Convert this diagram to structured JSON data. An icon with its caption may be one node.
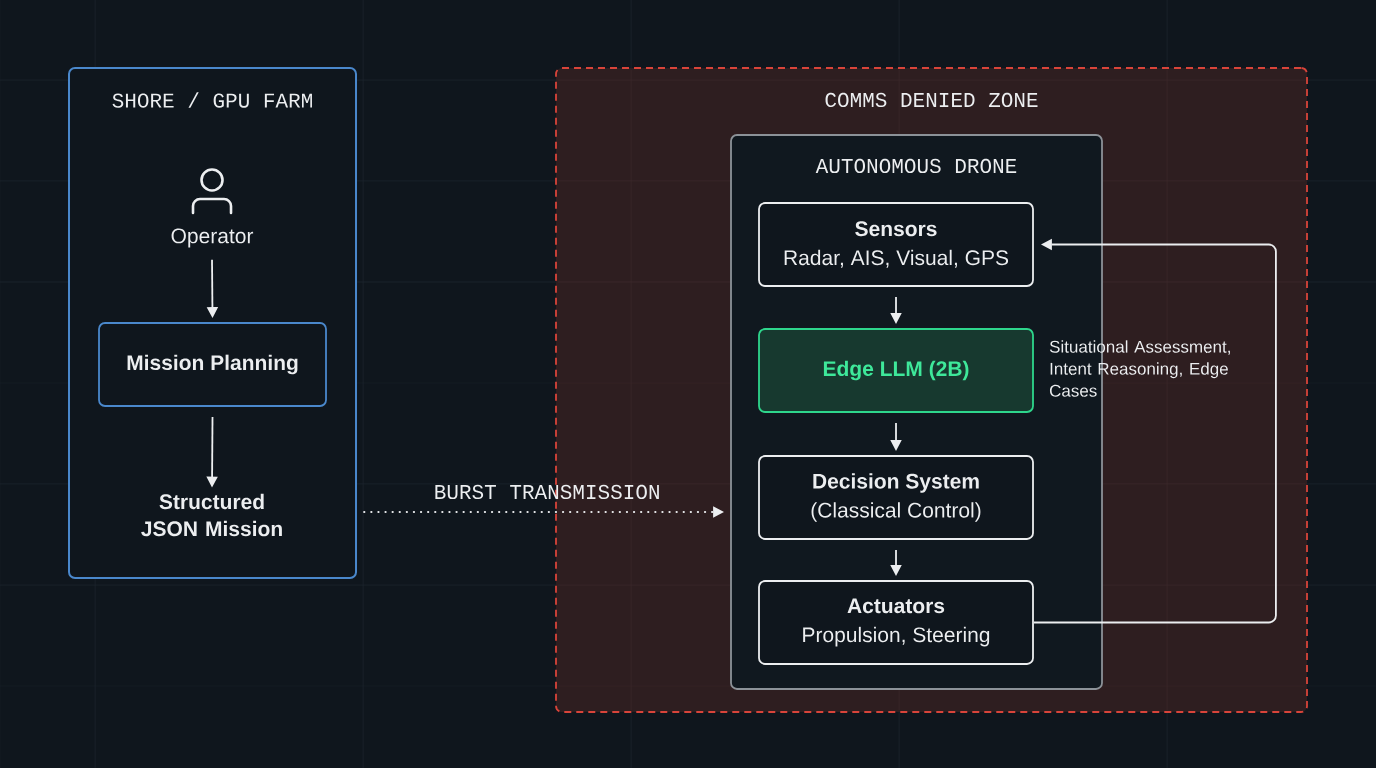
{
  "diagram": {
    "nodes": [
      {
        "text": [
          "SHORE / GPU FARM"
        ]
      },
      {
        "text": [
          "Operator"
        ],
        "in": 0
      },
      {
        "text": [
          "Mission Planning"
        ],
        "in": 0
      },
      {
        "text": [
          "Structured JSON Mission"
        ],
        "in": 0
      },
      {
        "text": [
          "COMMS DENIED ZONE"
        ]
      },
      {
        "text": [
          "AUTONOMOUS DRONE"
        ],
        "in": 4
      },
      {
        "text": [
          "Sensors",
          "Radar, AIS, Visual, GPS"
        ],
        "in": 5
      },
      {
        "text": [
          "Edge LLM (2B)"
        ],
        "in": 5,
        "beside": [
          "Situational Assessment, Intent Reasoning, Edge Cases"
        ]
      },
      {
        "text": [
          "Decision System",
          "(Classical Control)"
        ],
        "in": 5
      },
      {
        "text": [
          "Actuators",
          "Propulsion, Steering"
        ],
        "in": 5
      }
    ],
    "edges": [
      {
        "from": 1,
        "to": 2,
        "arrow": "to"
      },
      {
        "from": 2,
        "to": 3,
        "arrow": "to"
      },
      {
        "from": 3,
        "to": 5,
        "arrow": "to",
        "label": "BURST TRANSMISSION",
        "style": "dashed"
      },
      {
        "from": 6,
        "to": 7,
        "arrow": "to"
      },
      {
        "from": 7,
        "to": 8,
        "arrow": "to"
      },
      {
        "from": 8,
        "to": 9,
        "arrow": "to"
      },
      {
        "from": 9,
        "to": 6,
        "arrow": "to"
      }
    ]
  }
}
